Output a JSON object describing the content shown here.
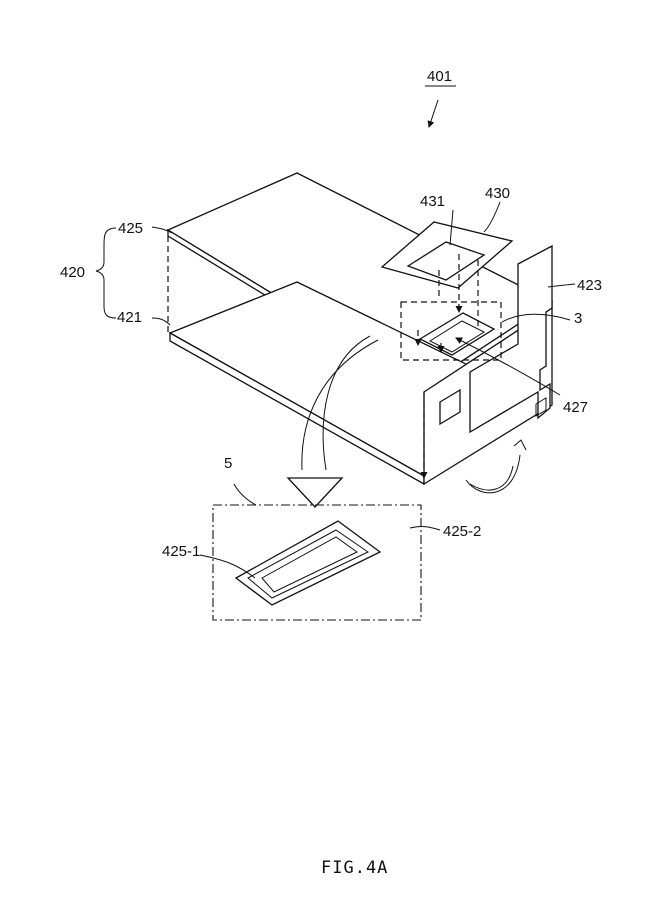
{
  "figure": {
    "caption": "FIG.4A",
    "labels": {
      "l401": "401",
      "l431": "431",
      "l430": "430",
      "l425": "425",
      "l420": "420",
      "l423": "423",
      "l421": "421",
      "l3": "3",
      "l427": "427",
      "l5": "5",
      "l425_2": "425-2",
      "l425_1": "425-1"
    }
  }
}
